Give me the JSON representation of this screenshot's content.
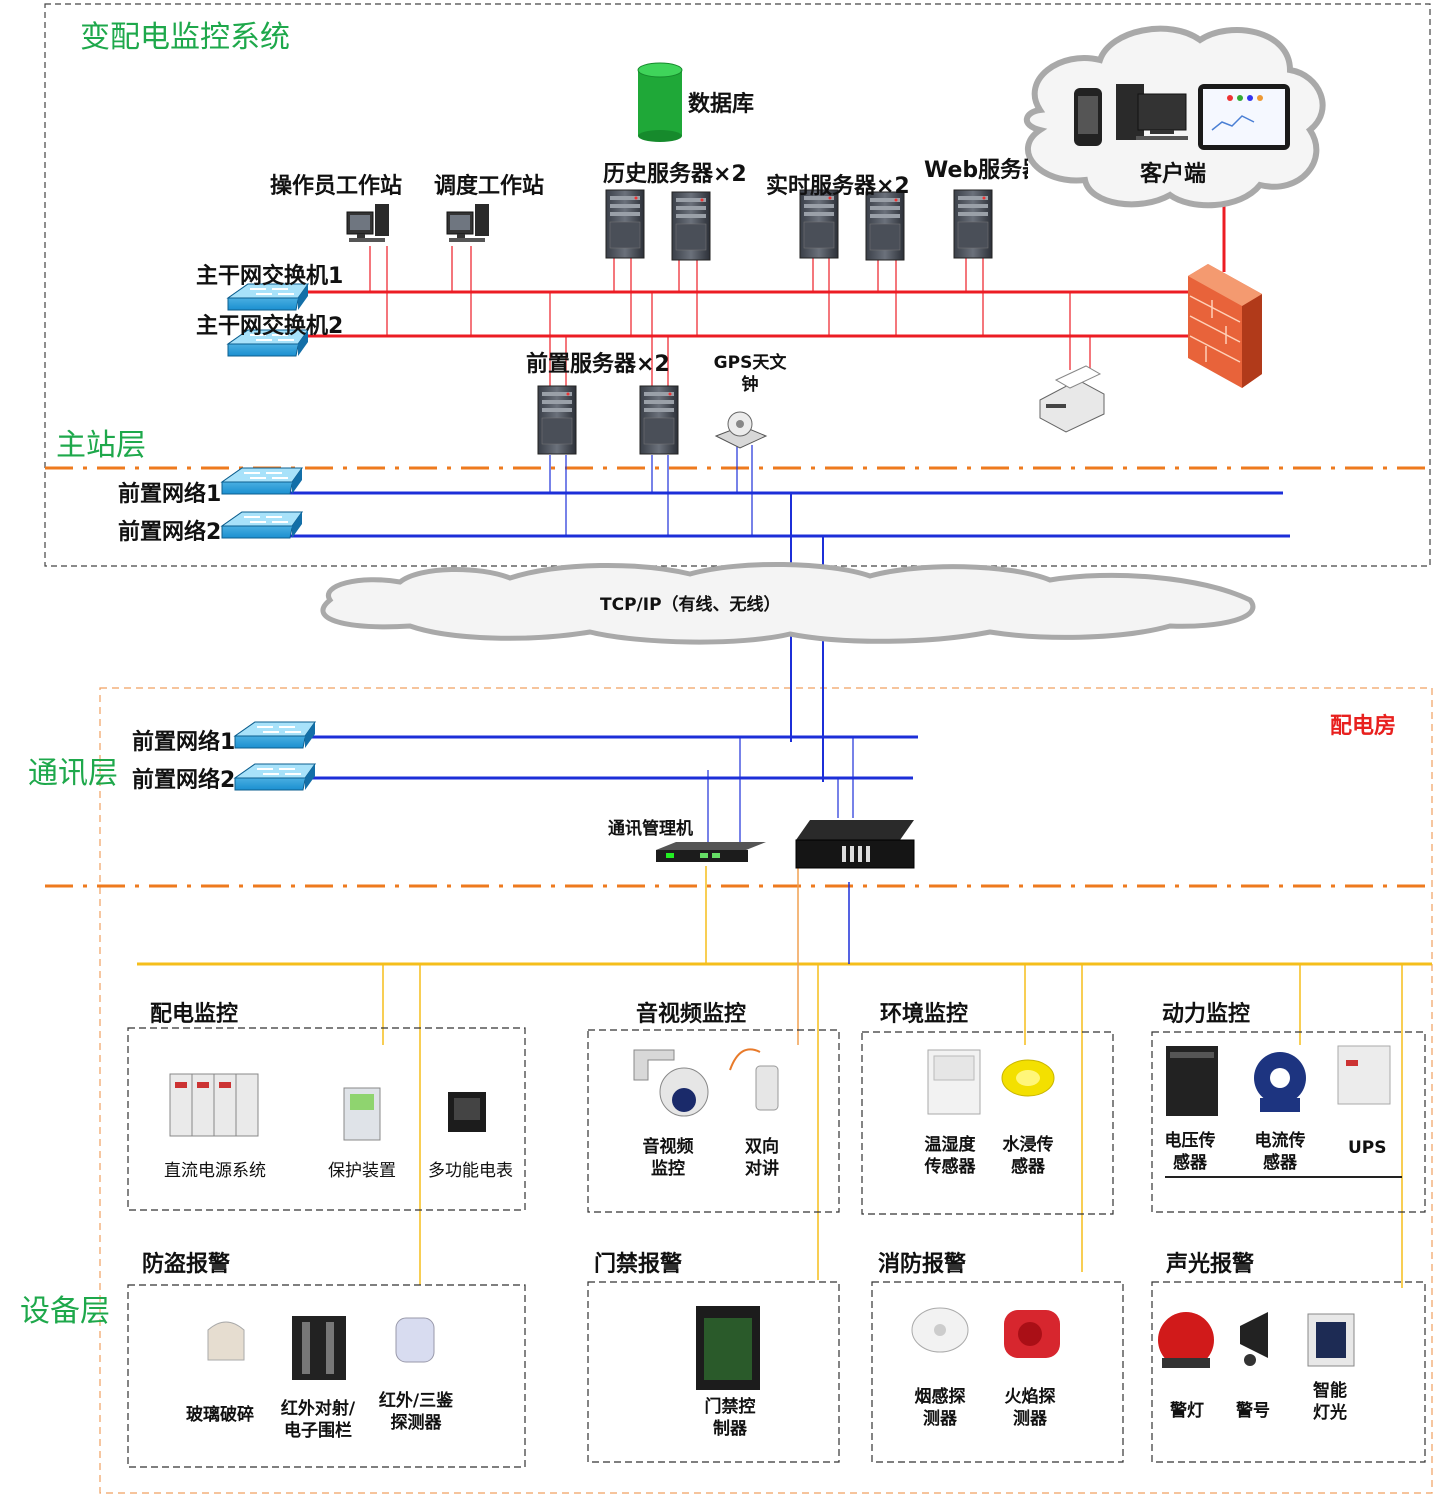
{
  "system": {
    "title": "变配电监控系统",
    "layers": {
      "master": "主站层",
      "comm": "通讯层",
      "device": "设备层"
    },
    "zone_label": "配电房"
  },
  "master": {
    "database": "数据库",
    "client": "客户端",
    "operator_ws": "操作员工作站",
    "dispatch_ws": "调度工作站",
    "history_srv": "历史服务器×2",
    "realtime_srv": "实时服务器×2",
    "web_srv": "Web服务器",
    "switch1": "主干网交换机1",
    "switch2": "主干网交换机2",
    "front_srv": "前置服务器×2",
    "gps_clock": "GPS天文钟",
    "front_net1": "前置网络1",
    "front_net2": "前置网络2"
  },
  "network": {
    "tcpip": "TCP/IP（有线、无线）"
  },
  "comm": {
    "front_net1": "前置网络1",
    "front_net2": "前置网络2",
    "comm_manager": "通讯管理机"
  },
  "groups": {
    "power_monitor": {
      "title": "配电监控",
      "items": [
        "直流电源系统",
        "保护装置",
        "多功能电表"
      ]
    },
    "av_monitor": {
      "title": "音视频监控",
      "items": [
        "音视频监控",
        "双向对讲"
      ]
    },
    "env_monitor": {
      "title": "环境监控",
      "items": [
        "温湿度传感器",
        "水浸传感器"
      ]
    },
    "power_dyn": {
      "title": "动力监控",
      "items": [
        "电压传感器",
        "电流传感器",
        "UPS"
      ]
    },
    "anti_theft": {
      "title": "防盗报警",
      "items": [
        "玻璃破碎",
        "红外对射/电子围栏",
        "红外/三鉴探测器"
      ]
    },
    "access": {
      "title": "门禁报警",
      "items": [
        "门禁控制器"
      ]
    },
    "fire": {
      "title": "消防报警",
      "items": [
        "烟感探测器",
        "火焰探测器"
      ]
    },
    "sound_light": {
      "title": "声光报警",
      "items": [
        "警灯",
        "警号",
        "智能灯光"
      ]
    }
  },
  "colors": {
    "green_text": "#1ea84b",
    "red_line": "#ec1c24",
    "blue_line": "#1c2fd8",
    "orange_dash": "#ee7a1e",
    "yellow_bus": "#f5be1b",
    "orange_drop": "#f0a050"
  }
}
